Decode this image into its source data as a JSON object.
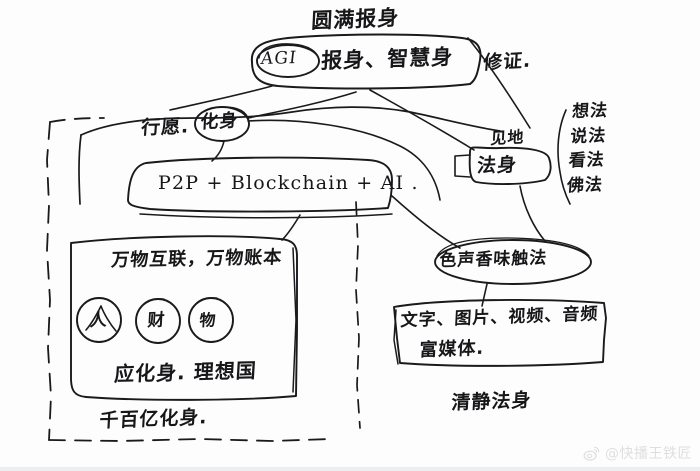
{
  "diagram": {
    "title_top": "圆满报身",
    "nodes": {
      "agi": "AGI",
      "sambhogakaya": "报身、智慧身",
      "xiuzheng": "修证.",
      "xingyuan": "行愿.",
      "nirmanakaya_circle": "化身",
      "jiandi": "见地",
      "dharmakaya": "法身",
      "stack_p2p": "P2P + Blockchain + AI .",
      "wanwu": "万物互联，万物账本",
      "circle_ren": "人",
      "circle_cai": "财",
      "circle_wu": "物",
      "yinghuashen": "应化身. 理想国",
      "qianbaiyi": "千百亿化身.",
      "liuchen": "色声香味触法",
      "media_line1": "文字、图片、视频、音频",
      "media_line2": "富媒体.",
      "qingjing": "清静法身"
    },
    "right_column": {
      "items": [
        "想法",
        "说法",
        "看法",
        "佛法"
      ]
    },
    "ink_color": "#1a1a1d",
    "paper_color": "#fdfdfd"
  },
  "watermark": {
    "icon": "weibo-logo-icon",
    "handle": "@快播王铁匠"
  }
}
